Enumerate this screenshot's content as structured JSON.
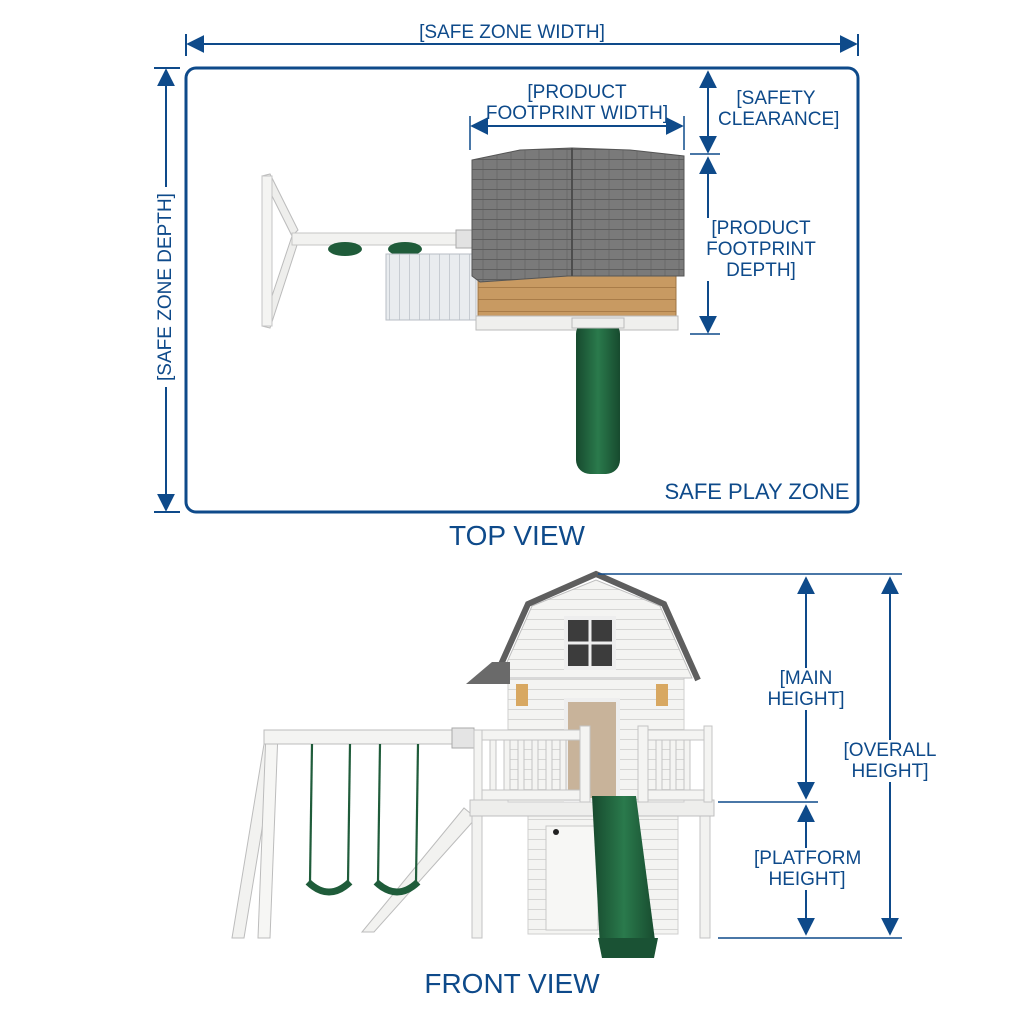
{
  "labels": {
    "safe_zone_width": "[SAFE ZONE WIDTH]",
    "safe_zone_depth": "[SAFE ZONE DEPTH]",
    "product_footprint_width": "[PRODUCT\nFOOTPRINT WIDTH]",
    "safety_clearance": "[SAFETY\nCLEARANCE]",
    "product_footprint_depth": "[PRODUCT\nFOOTPRINT\nDEPTH]",
    "safe_play_zone": "SAFE PLAY ZONE",
    "main_height": "[MAIN\nHEIGHT]",
    "overall_height": "[OVERALL\nHEIGHT]",
    "platform_height": "[PLATFORM\nHEIGHT]"
  },
  "titles": {
    "top_view": "TOP VIEW",
    "front_view": "FRONT VIEW"
  },
  "colors": {
    "annotation_blue": "#0e4a8a",
    "roof_gray": "#6e6e6e",
    "slide_green": "#1f5c3a",
    "frame_white": "#f2f2f0",
    "wood": "#c89a62"
  }
}
